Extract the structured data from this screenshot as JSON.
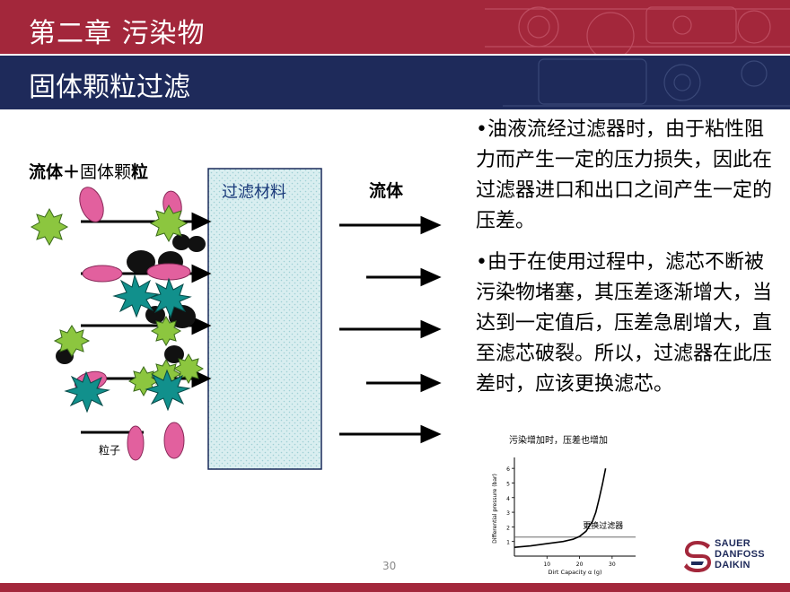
{
  "header": {
    "chapter_title": "第二章 污染物",
    "section_title": "固体颗粒过滤"
  },
  "diagram": {
    "input_label_bold": "流体＋",
    "input_label_normal": "固体颗",
    "input_label_end": "粒",
    "filter_label": "过滤材料",
    "output_label": "流体",
    "particle_label": "粒子"
  },
  "text": {
    "para1": "•油液流经过滤器时，由于粘性阻力而产生一定的压力损失，因此在过滤器进口和出口之间产生一定的压差。",
    "para2": "•由于在使用过程中，滤芯不断被污染物堵塞，其压差逐渐增大，当达到一定值后，压差急剧增大，直至滤芯破裂。所以，过滤器在此压差时，应该更换滤芯。"
  },
  "chart_data": {
    "type": "line",
    "title": "污染增加时，压差也增加",
    "xlabel": "Dirt Capacity  α (g)",
    "ylabel": "Differential pressure (bar)",
    "xlim": [
      0,
      35
    ],
    "ylim": [
      0,
      6.5
    ],
    "x_ticks": [
      "10",
      "20",
      "30"
    ],
    "y_ticks": [
      "1",
      "2",
      "3",
      "4",
      "5",
      "6"
    ],
    "series": [
      {
        "x": [
          0,
          5,
          10,
          15,
          18,
          20,
          22,
          24,
          25,
          26,
          27,
          28
        ],
        "y": [
          0.6,
          0.7,
          0.85,
          1.0,
          1.15,
          1.35,
          1.7,
          2.4,
          3.0,
          3.9,
          4.9,
          6.0
        ]
      }
    ],
    "reference_line": {
      "y": 1.3,
      "label": "更换过滤器"
    },
    "colors": {
      "curve": "#000000",
      "reference": "#555555"
    }
  },
  "footer": {
    "page_number": "30",
    "logo_lines": [
      "SAUER",
      "DANFOSS",
      "DAIKIN"
    ]
  },
  "colors": {
    "title_bar": "#a3273b",
    "section_bar": "#1e2a5a",
    "filter_fill": "#d9eef0",
    "particle_pink": "#e2609e",
    "particle_green": "#8cc63f",
    "particle_teal": "#11908c"
  }
}
